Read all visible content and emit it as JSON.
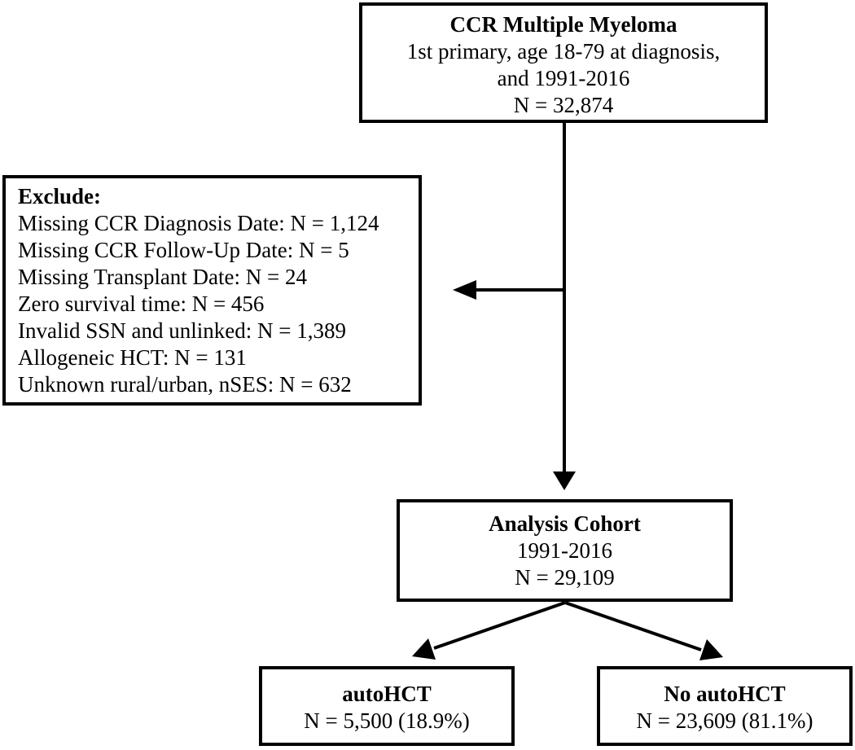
{
  "diagram": {
    "top_box": {
      "title": "CCR Multiple Myeloma",
      "lines": [
        "1st primary, age 18-79 at diagnosis,",
        "and 1991-2016",
        "N = 32,874"
      ]
    },
    "exclude_box": {
      "title": "Exclude:",
      "items": [
        "Missing CCR Diagnosis Date: N = 1,124",
        "Missing CCR Follow-Up Date: N = 5",
        "Missing Transplant Date: N = 24",
        "Zero survival time: N = 456",
        "Invalid SSN and unlinked: N = 1,389",
        "Allogeneic HCT: N = 131",
        "Unknown rural/urban, nSES: N = 632"
      ]
    },
    "analysis_box": {
      "title": "Analysis Cohort",
      "lines": [
        "1991-2016",
        "N = 29,109"
      ]
    },
    "autohct_box": {
      "title": "autoHCT",
      "count": "N = 5,500 (18.9%)"
    },
    "no_autohct_box": {
      "title": "No autoHCT",
      "count": "N = 23,609 (81.1%)"
    },
    "colors": {
      "line": "#000000",
      "box_border": "#000000",
      "text": "#000000",
      "background": "#ffffff"
    }
  }
}
